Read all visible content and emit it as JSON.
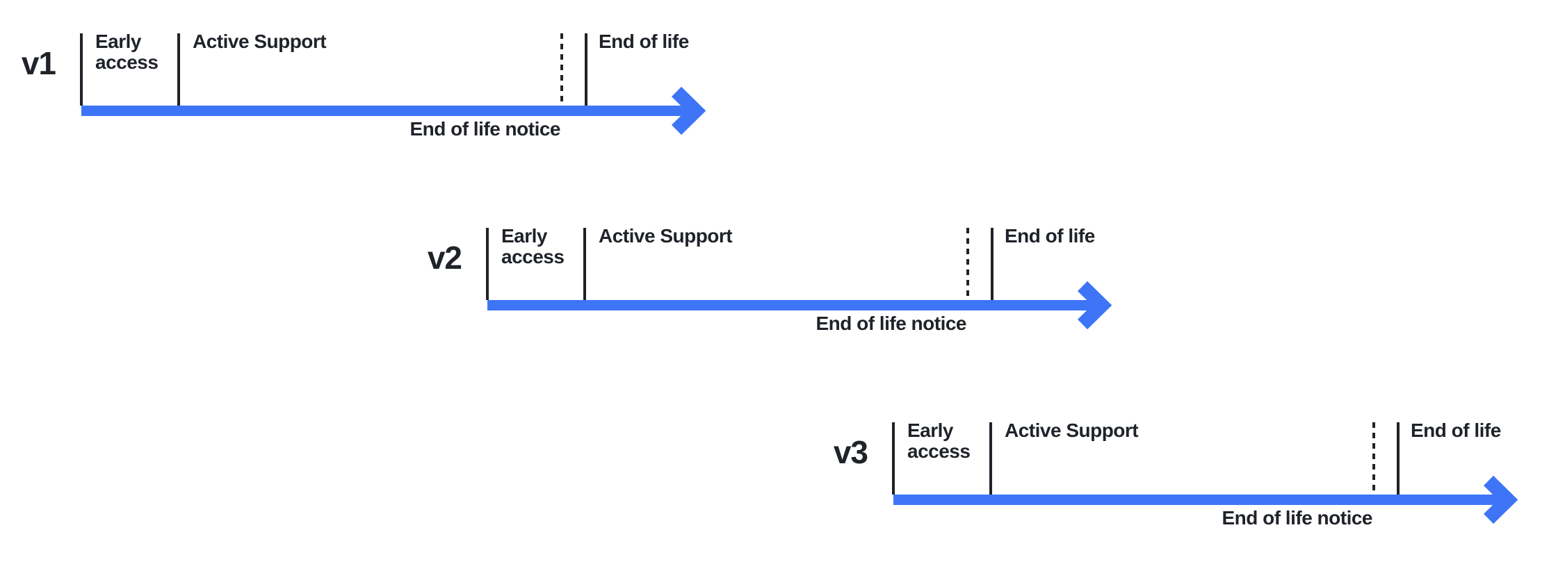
{
  "colors": {
    "arrow_blue": "#3d75f6",
    "ink": "#1f2329",
    "background": "#ffffff"
  },
  "labels": {
    "early_access": [
      "Early",
      "access"
    ],
    "active_support": "Active Support",
    "end_of_life": "End of life",
    "end_of_life_notice": "End of life notice"
  },
  "timelines": [
    {
      "version": "v1"
    },
    {
      "version": "v2"
    },
    {
      "version": "v3"
    }
  ]
}
